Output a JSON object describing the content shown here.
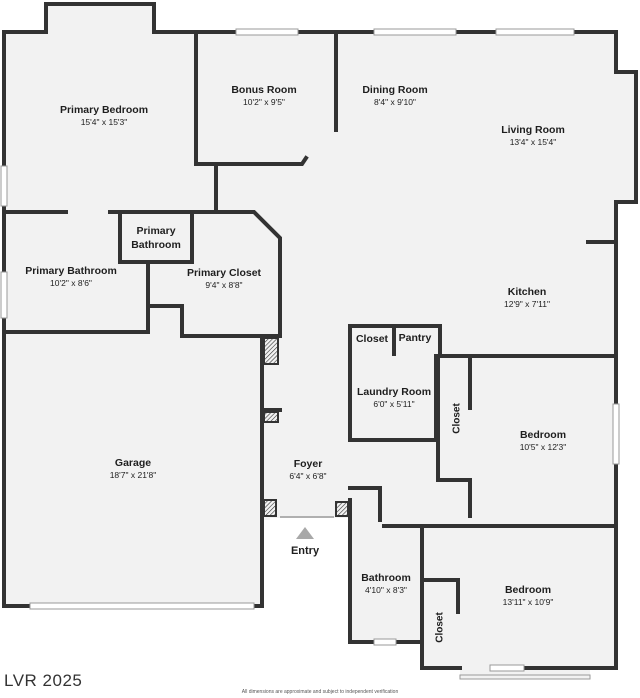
{
  "rooms": [
    {
      "name": "Primary Bedroom",
      "dims": "15'4\" x 15'3\""
    },
    {
      "name": "Bonus Room",
      "dims": "10'2\" x 9'5\""
    },
    {
      "name": "Dining Room",
      "dims": "8'4\" x 9'10\""
    },
    {
      "name": "Living Room",
      "dims": "13'4\" x 15'4\""
    },
    {
      "name": "Primary Bathroom",
      "dims": "10'2\" x 8'6\""
    },
    {
      "name": "Primary Closet",
      "dims": "9'4\" x 8'8\""
    },
    {
      "name": "Kitchen",
      "dims": "12'9\" x 7'11\""
    },
    {
      "name": "Laundry Room",
      "dims": "6'0\" x 5'11\""
    },
    {
      "name": "Bedroom",
      "dims": "10'5\" x 12'3\""
    },
    {
      "name": "Garage",
      "dims": "18'7\" x 21'8\""
    },
    {
      "name": "Foyer",
      "dims": "6'4\" x 6'8\""
    },
    {
      "name": "Bathroom",
      "dims": "4'10\" x 8'3\""
    },
    {
      "name": "Bedroom",
      "dims": "13'11\" x 10'9\""
    }
  ],
  "small_rooms": {
    "primary_bathroom_small": "Primary\nBathroom",
    "closet_laundry": "Closet",
    "pantry": "Pantry",
    "closet_bedroom": "Closet",
    "closet_bedroom2": "Closet"
  },
  "entry_label": "Entry",
  "watermark": "LVR 2025",
  "disclaimer": "All dimensions are approximate and subject to independent verification",
  "colors": {
    "wall": "#333333",
    "floor": "#f2f2f2",
    "window": "#c9c9c9",
    "accent_entry": "#b0b0b0"
  }
}
